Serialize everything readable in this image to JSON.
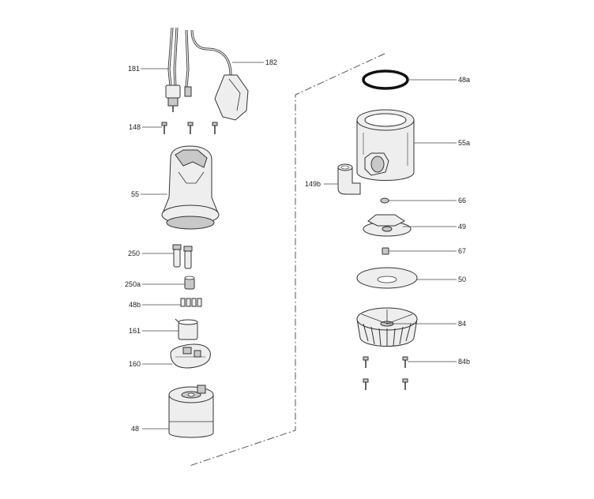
{
  "labels": {
    "p181": "181",
    "p182": "182",
    "p148": "148",
    "p55": "55",
    "p250": "250",
    "p250a": "250a",
    "p48b": "48b",
    "p161": "161",
    "p160": "160",
    "p48": "48",
    "p48a": "48a",
    "p55a": "55a",
    "p149b": "149b",
    "p66": "66",
    "p49": "49",
    "p67": "67",
    "p50": "50",
    "p84": "84",
    "p84b": "84b"
  }
}
